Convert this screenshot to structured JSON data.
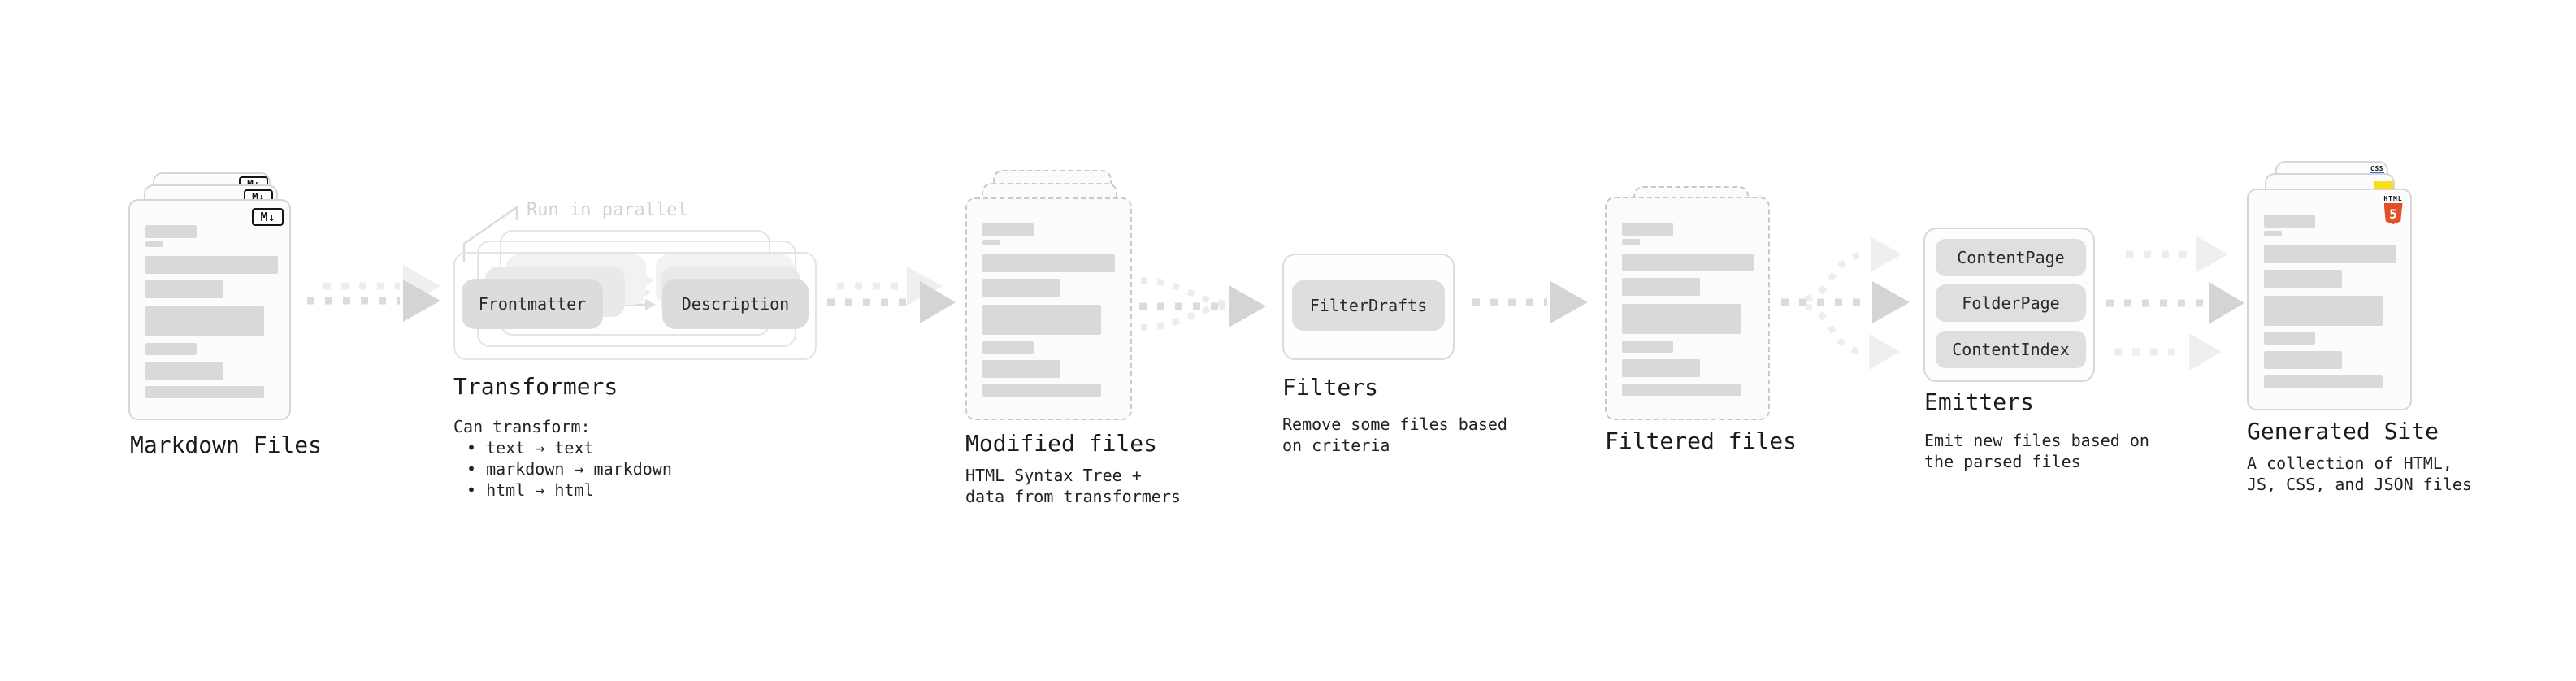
{
  "diagram": {
    "colors": {
      "bar_gray": "#d9d9d9",
      "dash_dark": "#dbdbdb",
      "dash_light": "#ededed",
      "arrowhead_dark": "#d4d4d4",
      "arrowhead_light": "#efefef",
      "annotation_gray": "#d2d2d2",
      "html5_orange": "#e34f26",
      "css_blue": "#2d6ae3",
      "js_yellow": "#f7df1e",
      "text": "#1f1f1f"
    },
    "markdown_files": {
      "label": "Markdown Files",
      "badge": "M↓"
    },
    "transformers": {
      "label": "Transformers",
      "annotation": "Run in parallel",
      "pill_left": "Frontmatter",
      "pill_right": "Description",
      "caption_title": "Can transform:",
      "bullets": [
        "• text → text",
        "• markdown → markdown",
        "• html → html"
      ]
    },
    "modified_files": {
      "label": "Modified files",
      "caption_lines": [
        "HTML Syntax Tree +",
        "data from transformers"
      ]
    },
    "filters": {
      "label": "Filters",
      "pill": "FilterDrafts",
      "caption_lines": [
        "Remove some files based",
        "on criteria"
      ]
    },
    "filtered_files": {
      "label": "Filtered files"
    },
    "emitters": {
      "label": "Emitters",
      "pills": [
        "ContentPage",
        "FolderPage",
        "ContentIndex"
      ],
      "caption_lines": [
        "Emit new files based on",
        "the parsed files"
      ]
    },
    "generated_site": {
      "label": "Generated Site",
      "caption_lines": [
        "A collection of HTML,",
        "JS, CSS, and JSON files"
      ],
      "badges": {
        "css": "CSS",
        "html_label": "HTML",
        "html_number": "5"
      }
    }
  }
}
